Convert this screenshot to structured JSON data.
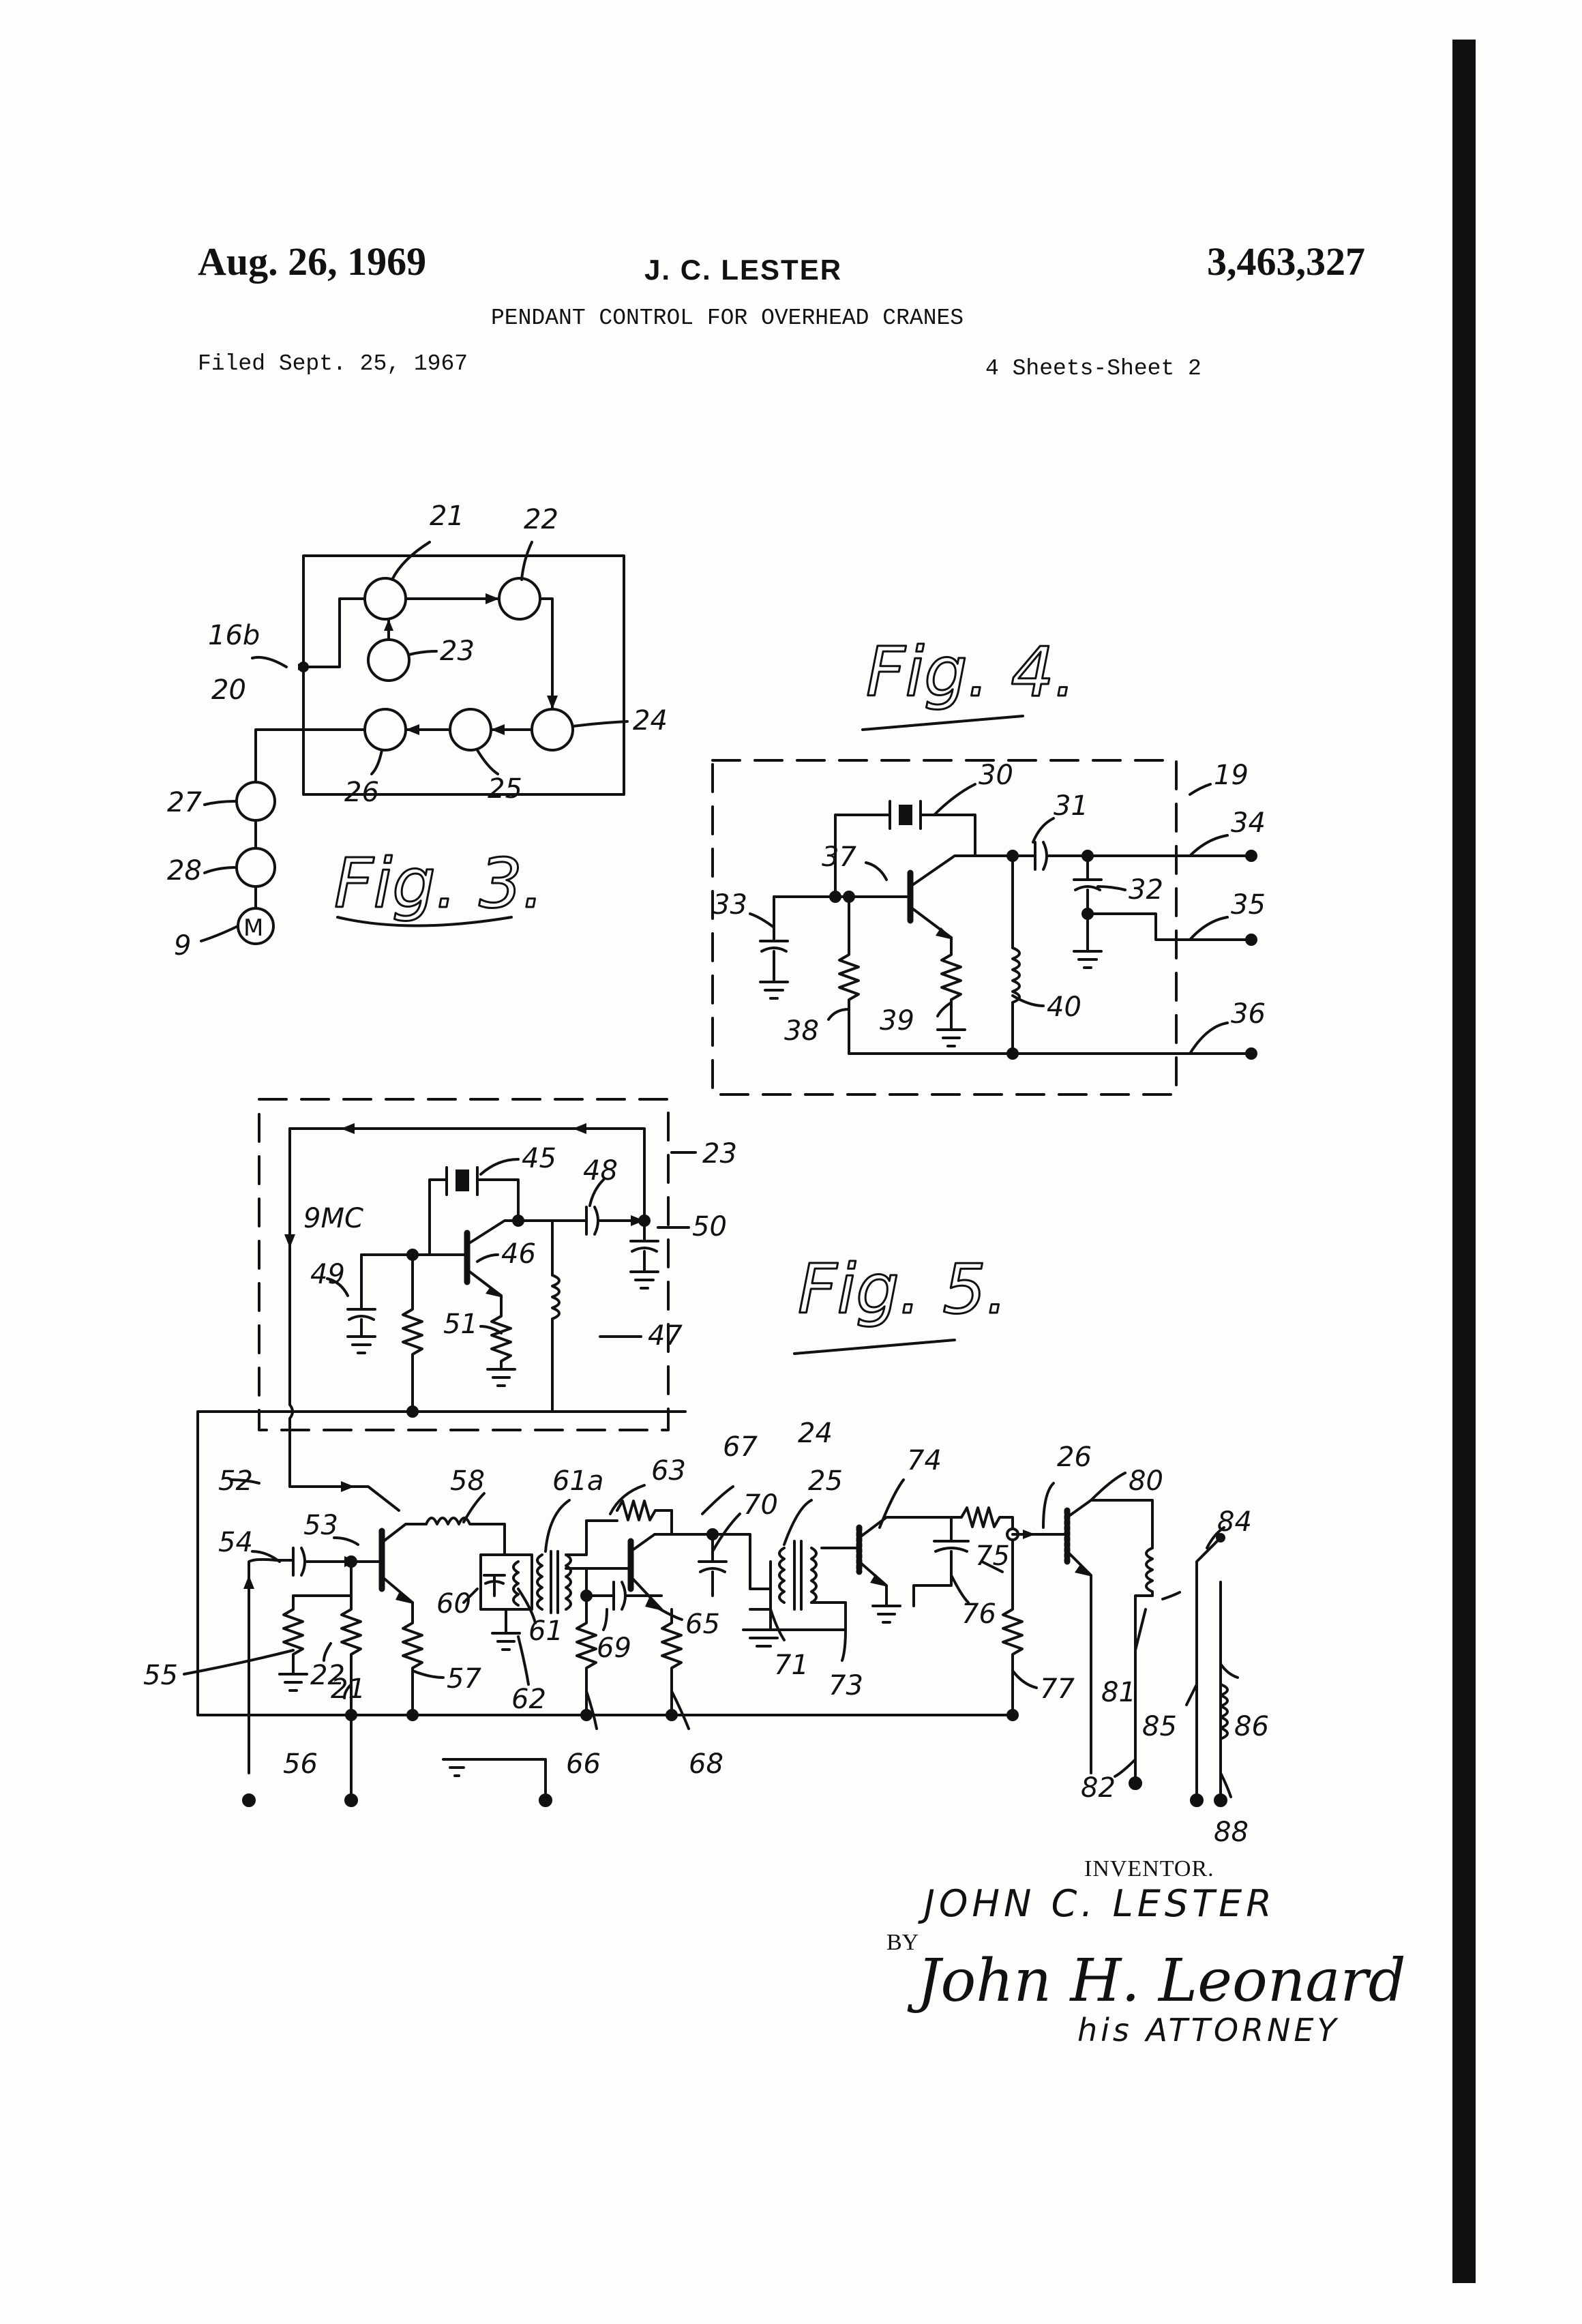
{
  "header": {
    "date": "Aug. 26, 1969",
    "inventor_header": "J. C. LESTER",
    "patent_number": "3,463,327",
    "title": "PENDANT CONTROL FOR OVERHEAD CRANES",
    "filed": "Filed Sept. 25, 1967",
    "sheets": "4 Sheets-Sheet 2"
  },
  "figures": {
    "fig3": "Fig. 3.",
    "fig4": "Fig. 4.",
    "fig5": "Fig. 5."
  },
  "fig3_labels": {
    "l21": "21",
    "l22": "22",
    "l16b": "16b",
    "l23": "23",
    "l20": "20",
    "l24": "24",
    "l25": "25",
    "l26": "26",
    "l27": "27",
    "l28": "28",
    "l9": "9",
    "motor": "M"
  },
  "fig4_labels": {
    "l30": "30",
    "l31": "31",
    "l19": "19",
    "l34": "34",
    "l37": "37",
    "l32": "32",
    "l33": "33",
    "l35": "35",
    "l38": "38",
    "l39": "39",
    "l40": "40",
    "l36": "36"
  },
  "fig5_labels": {
    "l45": "45",
    "l48": "48",
    "l23": "23",
    "l9mc": "9MC",
    "l50": "50",
    "l46": "46",
    "l49": "49",
    "l51": "51",
    "l47": "47",
    "l67": "67",
    "l24": "24",
    "l61a": "61a",
    "l63": "63",
    "l70": "70",
    "l25": "25",
    "l74": "74",
    "l26": "26",
    "l80": "80",
    "l52": "52",
    "l58": "58",
    "l84": "84",
    "l54": "54",
    "l53": "53",
    "l75": "75",
    "l60": "60",
    "l22": "22",
    "l21": "21",
    "l65": "65",
    "l76": "76",
    "l55": "55",
    "l57": "57",
    "l61": "61",
    "l69": "69",
    "l71": "71",
    "l73": "73",
    "l77": "77",
    "l81": "81",
    "l85": "85",
    "l86": "86",
    "l62": "62",
    "l56": "56",
    "l66": "66",
    "l68": "68",
    "l82": "82",
    "l88": "88"
  },
  "footer": {
    "inventor_label": "INVENTOR.",
    "inventor_name": "JOHN C. LESTER",
    "by": "BY",
    "signature": "John H. Leonard",
    "attorney": "his ATTORNEY"
  }
}
